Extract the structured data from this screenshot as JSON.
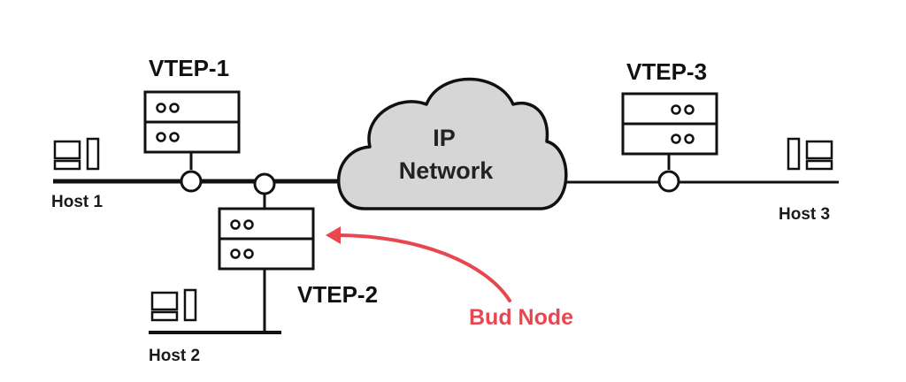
{
  "cloud": {
    "label_line1": "IP",
    "label_line2": "Network",
    "fill": "#d6d6d6"
  },
  "vteps": {
    "vtep1": {
      "label": "VTEP-1"
    },
    "vtep2": {
      "label": "VTEP-2"
    },
    "vtep3": {
      "label": "VTEP-3"
    }
  },
  "hosts": {
    "host1": {
      "label": "Host 1"
    },
    "host2": {
      "label": "Host 2"
    },
    "host3": {
      "label": "Host 3"
    }
  },
  "annotation": {
    "label": "Bud Node",
    "color": "#e8474f"
  },
  "colors": {
    "line": "#111111",
    "switch_fill": "#ffffff"
  }
}
